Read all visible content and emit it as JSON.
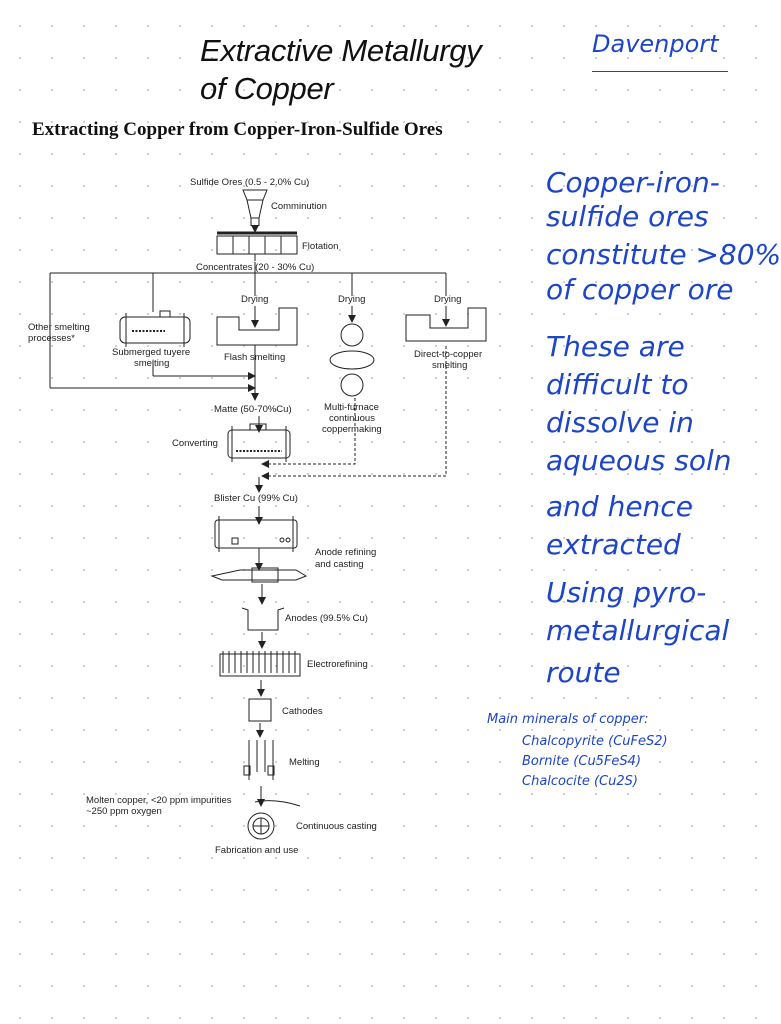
{
  "header": {
    "title_line1": "Extractive Metallurgy",
    "title_line2": "of Copper",
    "author": "Davenport",
    "subtitle": "Extracting Copper from Copper-Iron-Sulfide Ores"
  },
  "diagram": {
    "sulfide_ores": "Sulfide Ores (0.5 - 2.0% Cu)",
    "comminution": "Comminution",
    "flotation": "Flotation",
    "concentrates": "Concentrates (20 - 30% Cu)",
    "other_smelting_line1": "Other smelting",
    "other_smelting_line2": "processes*",
    "submerged_tuyere_line1": "Submerged tuyere",
    "submerged_tuyere_line2": "smelting",
    "drying": "Drying",
    "flash_smelting": "Flash smelting",
    "multi_furnace_line1": "Multi-furnace",
    "multi_furnace_line2": "continuous",
    "multi_furnace_line3": "coppermaking",
    "direct_to_copper_line1": "Direct-to-copper",
    "direct_to_copper_line2": "smelting",
    "matte": "Matte (50-70%Cu)",
    "converting": "Converting",
    "blister": "Blister Cu (99% Cu)",
    "anode_refining_line1": "Anode refining",
    "anode_refining_line2": "and casting",
    "anodes": "Anodes (99.5% Cu)",
    "electrorefining": "Electrorefining",
    "cathodes": "Cathodes",
    "melting": "Melting",
    "molten_line1": "Molten copper, <20 ppm impurities",
    "molten_line2": "~250 ppm oxygen",
    "continuous_casting": "Continuous casting",
    "fabrication": "Fabrication and use"
  },
  "notes": {
    "lines": [
      "Copper-iron-",
      "sulfide ores",
      "constitute >80%",
      "of copper ore",
      "These are",
      "difficult to",
      "dissolve in",
      "aqueous soln",
      "and hence",
      "extracted",
      "Using pyro-",
      "metallurgical",
      "route"
    ],
    "minerals_title": "Main minerals of copper:",
    "minerals": [
      "Chalcopyrite (CuFeS2)",
      "Bornite (Cu5FeS4)",
      "Chalcocite (Cu2S)"
    ]
  },
  "colors": {
    "ink": "#1d45c7",
    "print": "#111111"
  }
}
